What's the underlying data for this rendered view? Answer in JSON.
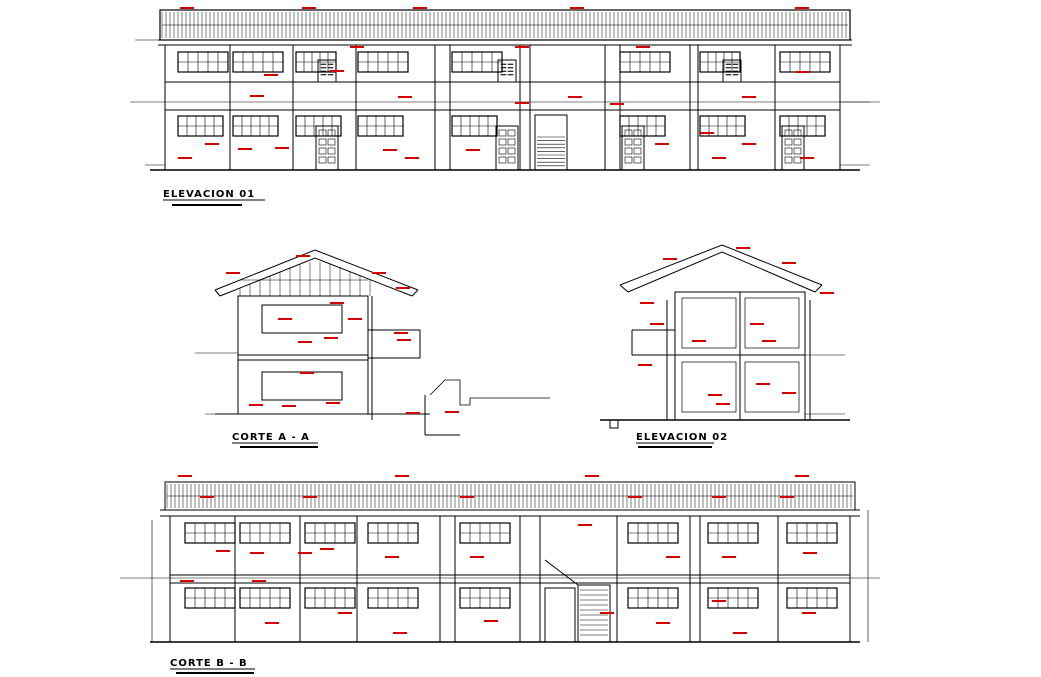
{
  "drawing": {
    "views": [
      {
        "id": "elevacion-01",
        "title": "ELEVACION 01"
      },
      {
        "id": "corte-a-a",
        "title": "CORTE A - A"
      },
      {
        "id": "elevacion-02",
        "title": "ELEVACION 02"
      },
      {
        "id": "corte-b-b",
        "title": "CORTE B - B"
      }
    ],
    "colors": {
      "linework": "#000000",
      "annotation": "#d40000",
      "background": "#ffffff"
    }
  }
}
